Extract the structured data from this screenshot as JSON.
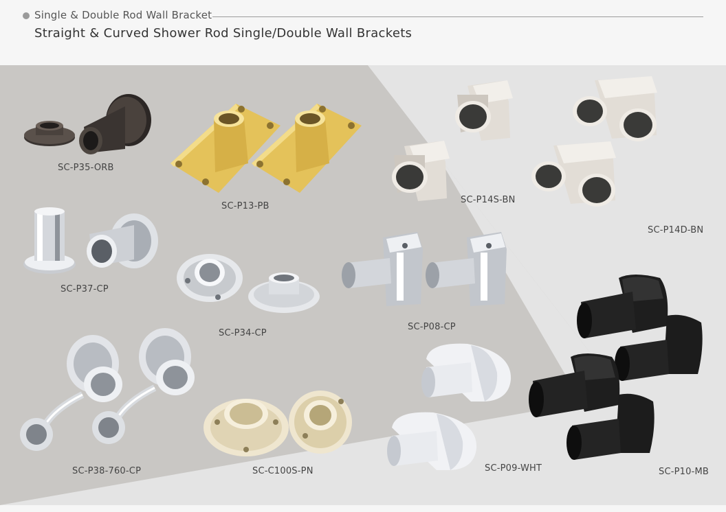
{
  "header": {
    "section_label": "Single & Double Rod Wall Bracket",
    "title": "Straight & Curved Shower Rod Single/Double Wall Brackets"
  },
  "colors": {
    "panel_dark": "#c9c7c4",
    "panel_light": "#e4e4e4",
    "page_bg": "#f6f6f6",
    "oil_rubbed_bronze": "#3b3633",
    "polished_brass": "#e6c75a",
    "chrome": "#c8ccd2",
    "brushed_nickel": "#d8d3cc",
    "polished_nickel": "#ece2c8",
    "white": "#f4f5f7",
    "matte_black": "#1b1b1b"
  },
  "products": [
    {
      "code": "SC-P35-ORB",
      "finish": "oil_rubbed_bronze"
    },
    {
      "code": "SC-P13-PB",
      "finish": "polished_brass"
    },
    {
      "code": "SC-P14S-BN",
      "finish": "brushed_nickel"
    },
    {
      "code": "SC-P14D-BN",
      "finish": "brushed_nickel"
    },
    {
      "code": "SC-P37-CP",
      "finish": "chrome"
    },
    {
      "code": "SC-P34-CP",
      "finish": "chrome"
    },
    {
      "code": "SC-P08-CP",
      "finish": "chrome"
    },
    {
      "code": "SC-P38-760-CP",
      "finish": "chrome"
    },
    {
      "code": "SC-C100S-PN",
      "finish": "polished_nickel"
    },
    {
      "code": "SC-P09-WHT",
      "finish": "white"
    },
    {
      "code": "SC-P10-MB",
      "finish": "matte_black"
    }
  ]
}
